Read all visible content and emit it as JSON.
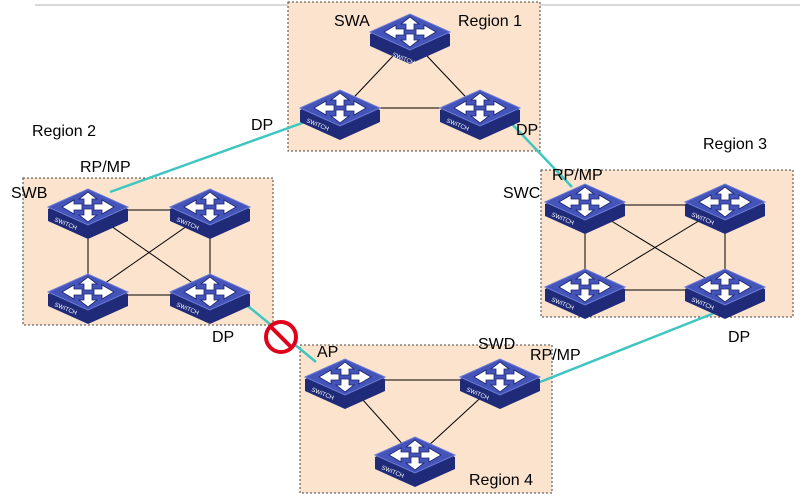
{
  "regions": [
    {
      "id": "r1",
      "label": "Region 1"
    },
    {
      "id": "r2",
      "label": "Region 2"
    },
    {
      "id": "r3",
      "label": "Region 3"
    },
    {
      "id": "r4",
      "label": "Region 4"
    }
  ],
  "switches": {
    "icon_label": "SWITCH",
    "names": {
      "swa": "SWA",
      "swb": "SWB",
      "swc": "SWC",
      "swd": "SWD"
    }
  },
  "port_roles": {
    "r1_left_dp": "DP",
    "r1_right_dp": "DP",
    "r2_rpmp": "RP/MP",
    "r2_dp": "DP",
    "r3_rpmp": "RP/MP",
    "r3_dp": "DP",
    "r4_ap": "AP",
    "r4_rpmp": "RP/MP"
  },
  "blocked_link": {
    "icon": "prohibited-icon",
    "between": [
      "SWB region bottom-right switch",
      "Region 4 left switch"
    ]
  },
  "colors": {
    "region_fill": "#fbe3cd",
    "region_border": "#444444",
    "inter_region_link": "#3fc6c1",
    "intra_link": "#000000",
    "switch_top": "#3f4fb0",
    "switch_side": "#1f2a78",
    "block_red": "#e0001b"
  }
}
